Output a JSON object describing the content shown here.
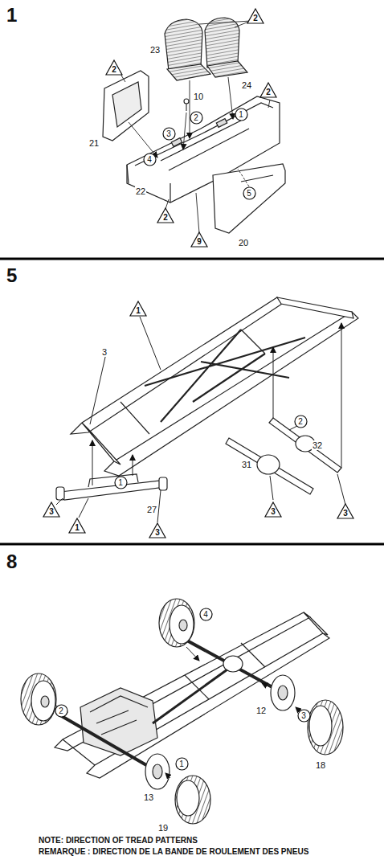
{
  "diagram": {
    "labels": [
      "1",
      "2",
      "2",
      "23",
      "24",
      "10",
      "2",
      "21",
      "4",
      "3",
      "2",
      "1",
      "22",
      "2",
      "9",
      "5",
      "20",
      "5",
      "1",
      "3",
      "2",
      "32",
      "31",
      "3",
      "1",
      "27",
      "1",
      "3",
      "3",
      "3",
      "8",
      "4",
      "2",
      "12",
      "3",
      "18",
      "1",
      "13",
      "19",
      "NOTE: DIRECTION OF TREAD PATTERNS",
      "REMARQUE : DIRECTION DE LA BANDE DE ROULEMENT DES PNEUS"
    ]
  }
}
